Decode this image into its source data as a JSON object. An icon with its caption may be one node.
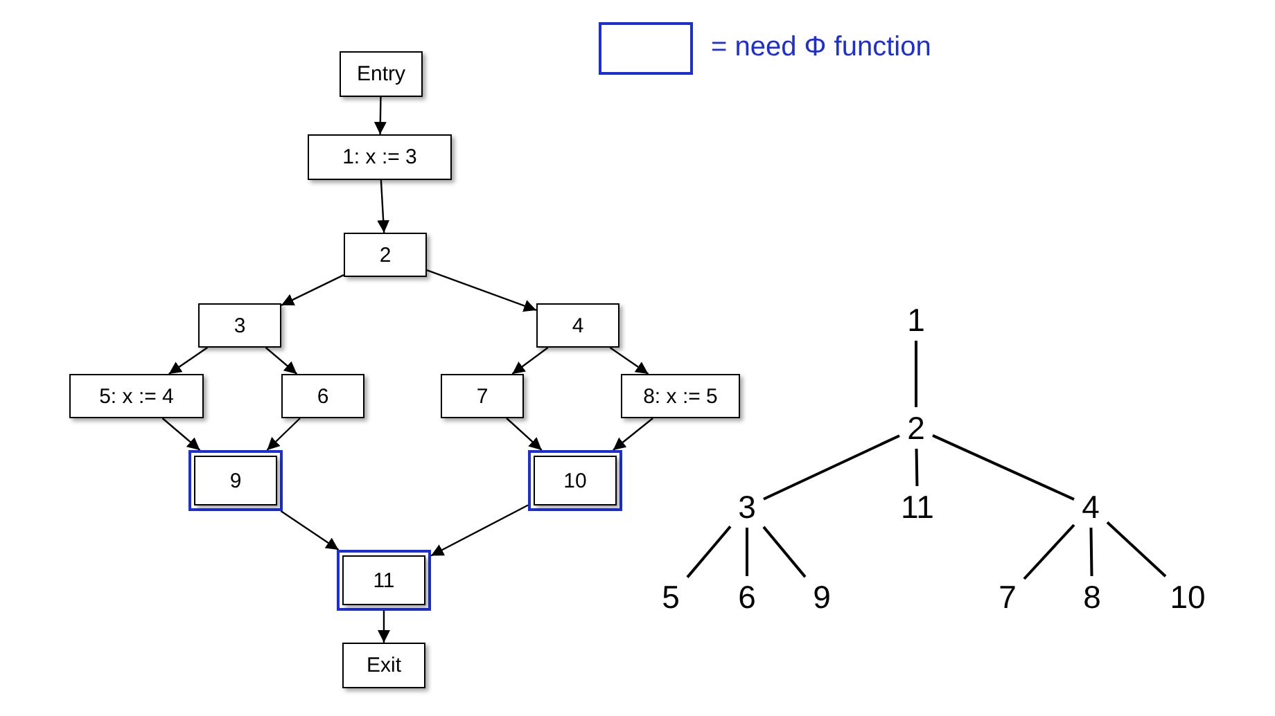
{
  "diagram": {
    "nodes": [
      {
        "text": [
          "Entry"
        ]
      },
      {
        "text": [
          "1: x := 3"
        ]
      },
      {
        "text": [
          "2"
        ]
      },
      {
        "text": [
          "3"
        ]
      },
      {
        "text": [
          "4"
        ]
      },
      {
        "text": [
          "5: x := 4"
        ]
      },
      {
        "text": [
          "6"
        ]
      },
      {
        "text": [
          "7"
        ]
      },
      {
        "text": [
          "8: x := 5"
        ]
      },
      {
        "text": [],
        "shape": "box"
      },
      {
        "text": [
          "9"
        ],
        "in": 9
      },
      {
        "text": [],
        "shape": "box"
      },
      {
        "text": [
          "10"
        ],
        "in": 11
      },
      {
        "text": [],
        "shape": "box"
      },
      {
        "text": [
          "11"
        ],
        "in": 13
      },
      {
        "text": [
          "Exit"
        ]
      },
      {
        "text": [
          "1"
        ]
      },
      {
        "text": [
          "2"
        ]
      },
      {
        "text": [
          "3"
        ]
      },
      {
        "text": [
          "11"
        ]
      },
      {
        "text": [
          "4"
        ]
      },
      {
        "text": [
          "5"
        ]
      },
      {
        "text": [
          "6"
        ]
      },
      {
        "text": [
          "9"
        ]
      },
      {
        "text": [
          "7"
        ]
      },
      {
        "text": [
          "8"
        ]
      },
      {
        "text": [
          "10"
        ]
      }
    ],
    "edges": [
      {
        "from": 0,
        "to": 1,
        "arrow": "to"
      },
      {
        "from": 1,
        "to": 2,
        "arrow": "to"
      },
      {
        "from": 2,
        "to": 3,
        "arrow": "to"
      },
      {
        "from": 2,
        "to": 4,
        "arrow": "to"
      },
      {
        "from": 3,
        "to": 5,
        "arrow": "to"
      },
      {
        "from": 3,
        "to": 6,
        "arrow": "to"
      },
      {
        "from": 4,
        "to": 7,
        "arrow": "to"
      },
      {
        "from": 4,
        "to": 8,
        "arrow": "to"
      },
      {
        "from": 5,
        "to": 9,
        "arrow": "to"
      },
      {
        "from": 6,
        "to": 9,
        "arrow": "to"
      },
      {
        "from": 7,
        "to": 11,
        "arrow": "to"
      },
      {
        "from": 8,
        "to": 11,
        "arrow": "to"
      },
      {
        "from": 9,
        "to": 13,
        "arrow": "to"
      },
      {
        "from": 11,
        "to": 13,
        "arrow": "to"
      },
      {
        "from": 13,
        "to": 15,
        "arrow": "to"
      },
      {
        "from": 16,
        "to": 17,
        "arrow": "none"
      },
      {
        "from": 17,
        "to": 18,
        "arrow": "none"
      },
      {
        "from": 17,
        "to": 19,
        "arrow": "none"
      },
      {
        "from": 17,
        "to": 20,
        "arrow": "none"
      },
      {
        "from": 18,
        "to": 21,
        "arrow": "none"
      },
      {
        "from": 18,
        "to": 22,
        "arrow": "none"
      },
      {
        "from": 18,
        "to": 23,
        "arrow": "none"
      },
      {
        "from": 20,
        "to": 24,
        "arrow": "none"
      },
      {
        "from": 20,
        "to": 25,
        "arrow": "none"
      },
      {
        "from": 20,
        "to": 26,
        "arrow": "none"
      }
    ],
    "legend": [
      {
        "text": "= need Φ function"
      }
    ]
  }
}
